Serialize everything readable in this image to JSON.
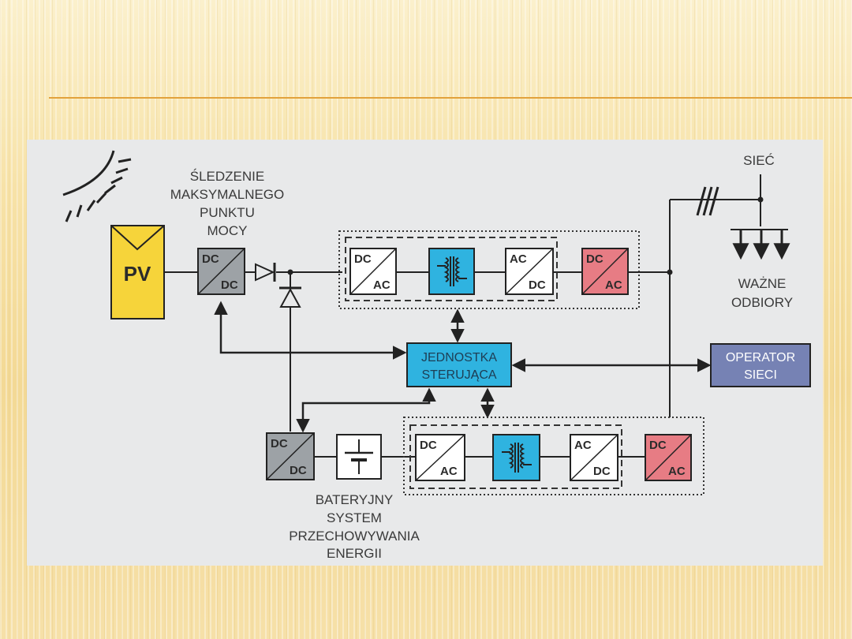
{
  "diagram": {
    "pv_label": "PV",
    "mppt_label": [
      "ŚLEDZENIE",
      "MAKSYMALNEGO",
      "PUNKTU",
      "MOCY"
    ],
    "grid_label": "SIEĆ",
    "loads_label": [
      "WAŻNE",
      "ODBIORY"
    ],
    "control_unit": [
      "JEDNOSTKA",
      "STERUJĄCA"
    ],
    "operator": [
      "OPERATOR",
      "SIECI"
    ],
    "battery_label": [
      "BATERYJNY",
      "SYSTEM",
      "PRZECHOWYWANIA",
      "ENERGII"
    ],
    "converter": {
      "dc": "DC",
      "ac": "AC"
    },
    "colors": {
      "pv": "#f6d43a",
      "transformer": "#2fb3e0",
      "inverter": "#e77c84",
      "converter_gray": "#9da2a6",
      "control": "#2fb3e0",
      "operator": "#7682b4"
    }
  }
}
